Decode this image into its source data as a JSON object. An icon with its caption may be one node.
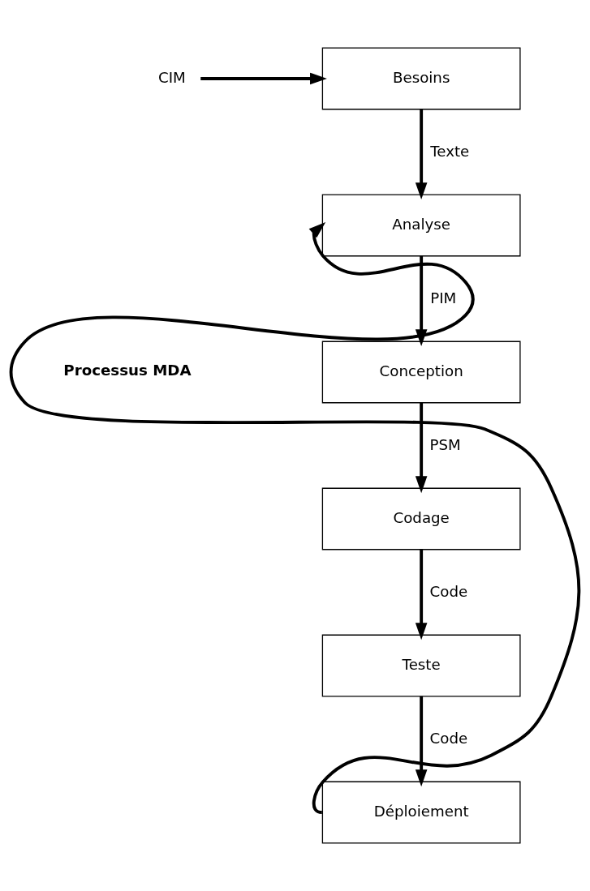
{
  "diagram": {
    "nodes": [
      {
        "text": [
          "Besoins"
        ]
      },
      {
        "text": [
          "Analyse"
        ]
      },
      {
        "text": [
          "Conception"
        ]
      },
      {
        "text": [
          "Codage"
        ]
      },
      {
        "text": [
          "Teste"
        ]
      },
      {
        "text": [
          "Déploiement"
        ]
      },
      {
        "text": [
          "CIM"
        ]
      }
    ],
    "edges": [
      {
        "from": 6,
        "to": 0,
        "arrow": "to"
      },
      {
        "from": 0,
        "to": 1,
        "arrow": "to",
        "label": "Texte"
      },
      {
        "from": 1,
        "to": 2,
        "arrow": "to",
        "label": "PIM"
      },
      {
        "from": 2,
        "to": 3,
        "arrow": "to",
        "label": "PSM"
      },
      {
        "from": 3,
        "to": 4,
        "arrow": "to",
        "label": "Code"
      },
      {
        "from": 4,
        "to": 5,
        "arrow": "to",
        "label": "Code"
      },
      {
        "from": 5,
        "to": 1,
        "arrow": "to"
      }
    ],
    "labels": [
      "Processus MDA"
    ]
  }
}
